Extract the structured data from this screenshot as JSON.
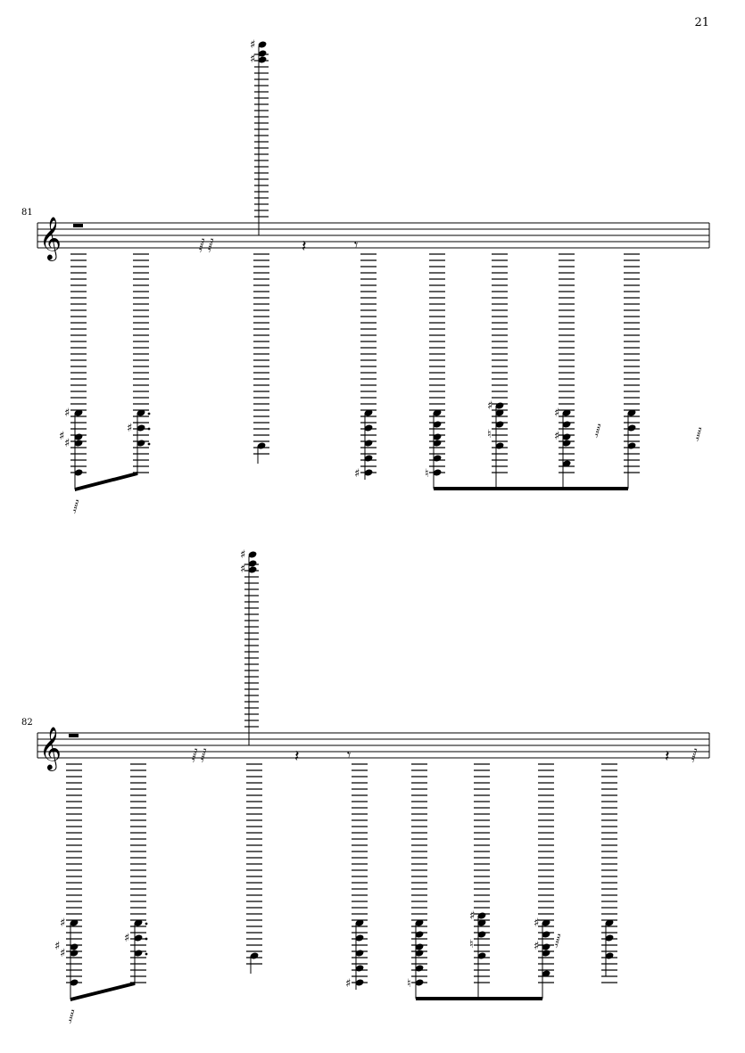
{
  "page": {
    "number": "21"
  },
  "systems": [
    {
      "measure_number": "81",
      "clef": "treble"
    },
    {
      "measure_number": "82",
      "clef": "treble"
    }
  ],
  "colors": {
    "ink": "#000000",
    "paper": "#ffffff"
  }
}
